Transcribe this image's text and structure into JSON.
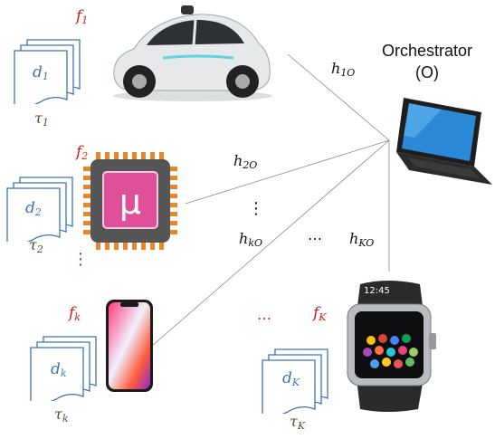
{
  "orchestrator": {
    "line1": "Orchestrator",
    "line2": "(O)"
  },
  "devices": [
    {
      "id": "car",
      "f": "f",
      "f_sub": "1",
      "d": "d",
      "d_sub": "1",
      "tau": "τ",
      "tau_sub": "1",
      "h": "h",
      "h_sub": "1O"
    },
    {
      "id": "chip",
      "f": "f",
      "f_sub": "2",
      "d": "d",
      "d_sub": "2",
      "tau": "τ",
      "tau_sub": "2",
      "h": "h",
      "h_sub": "2O",
      "chip_symbol": "μ"
    },
    {
      "id": "phone",
      "f": "f",
      "f_sub": "k",
      "d": "d",
      "d_sub": "k",
      "tau": "τ",
      "tau_sub": "k",
      "h": "h",
      "h_sub": "kO"
    },
    {
      "id": "watch",
      "f": "f",
      "f_sub": "K",
      "d": "d",
      "d_sub": "K",
      "tau": "τ",
      "tau_sub": "K",
      "h": "h",
      "h_sub": "KO",
      "watch_time": "12:45"
    }
  ],
  "ellipses": {
    "vertical": "⋮",
    "horizontal": "…",
    "red_vertical": "⋮",
    "red_horizontal": "…"
  },
  "colors": {
    "red": "#d0201b",
    "blue": "#3f73b8",
    "chip_orange": "#e8862a",
    "chip_pink": "#e0509a",
    "chip_gray": "#555555"
  },
  "icons": [
    "document-stack-icon",
    "car-icon",
    "microchip-icon",
    "smartphone-icon",
    "smartwatch-icon",
    "laptop-icon"
  ]
}
